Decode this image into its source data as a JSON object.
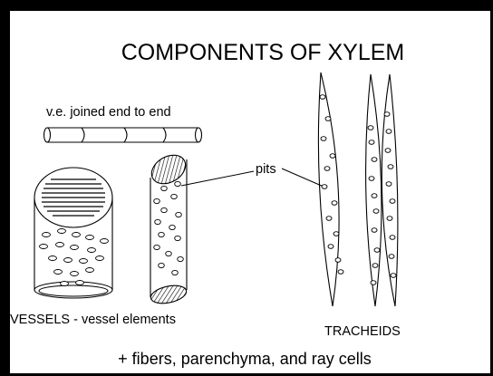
{
  "diagram": {
    "title": "COMPONENTS OF XYLEM",
    "label_joined": "v.e. joined end to end",
    "label_pits": "pits",
    "label_vessels": "VESSELS - vessel elements",
    "label_tracheids": "TRACHEIDS",
    "footer_note": "+ fibers, parenchyma, and ray cells"
  }
}
